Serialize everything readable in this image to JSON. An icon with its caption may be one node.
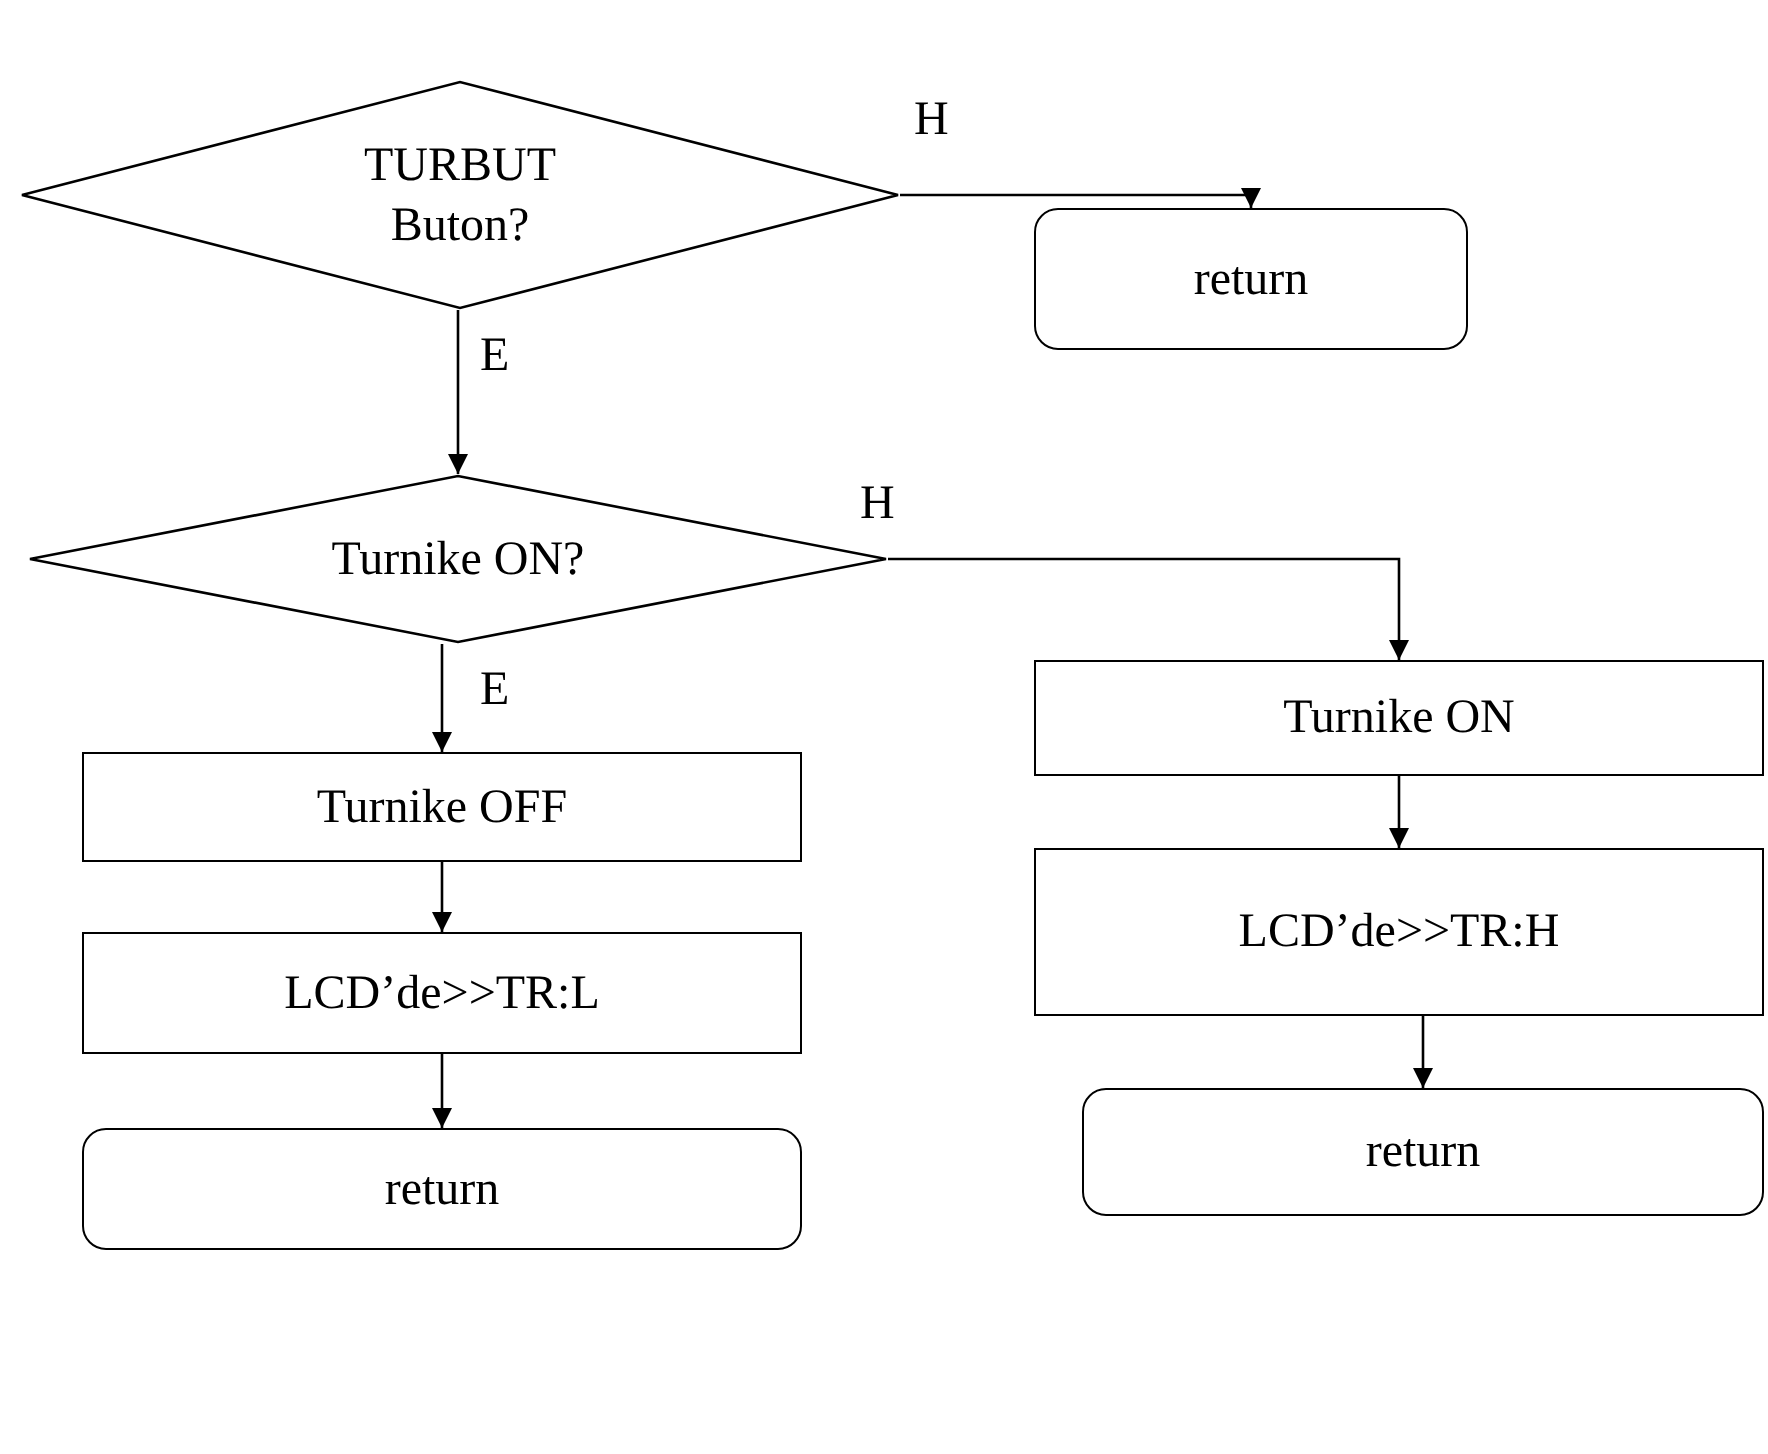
{
  "diagram": {
    "nodes": [
      {
        "text": [
          "TURBUT Buton?"
        ]
      },
      {
        "text": [
          "return"
        ]
      },
      {
        "text": [
          "Turnike ON?"
        ]
      },
      {
        "text": [
          "Turnike ON"
        ]
      },
      {
        "text": [
          "LCD’de>>TR:H"
        ]
      },
      {
        "text": [
          "return"
        ]
      },
      {
        "text": [
          "Turnike OFF"
        ]
      },
      {
        "text": [
          "LCD’de>>TR:L"
        ]
      },
      {
        "text": [
          "return"
        ]
      }
    ],
    "edges": [
      {
        "from": 0,
        "to": 1,
        "arrow": "to",
        "label": "H"
      },
      {
        "from": 0,
        "to": 2,
        "arrow": "to",
        "label": "E"
      },
      {
        "from": 2,
        "to": 3,
        "arrow": "to",
        "label": "H"
      },
      {
        "from": 3,
        "to": 4,
        "arrow": "to"
      },
      {
        "from": 4,
        "to": 5,
        "arrow": "to"
      },
      {
        "from": 2,
        "to": 6,
        "arrow": "to",
        "label": "E"
      },
      {
        "from": 6,
        "to": 7,
        "arrow": "to"
      },
      {
        "from": 7,
        "to": 8,
        "arrow": "to"
      }
    ]
  }
}
